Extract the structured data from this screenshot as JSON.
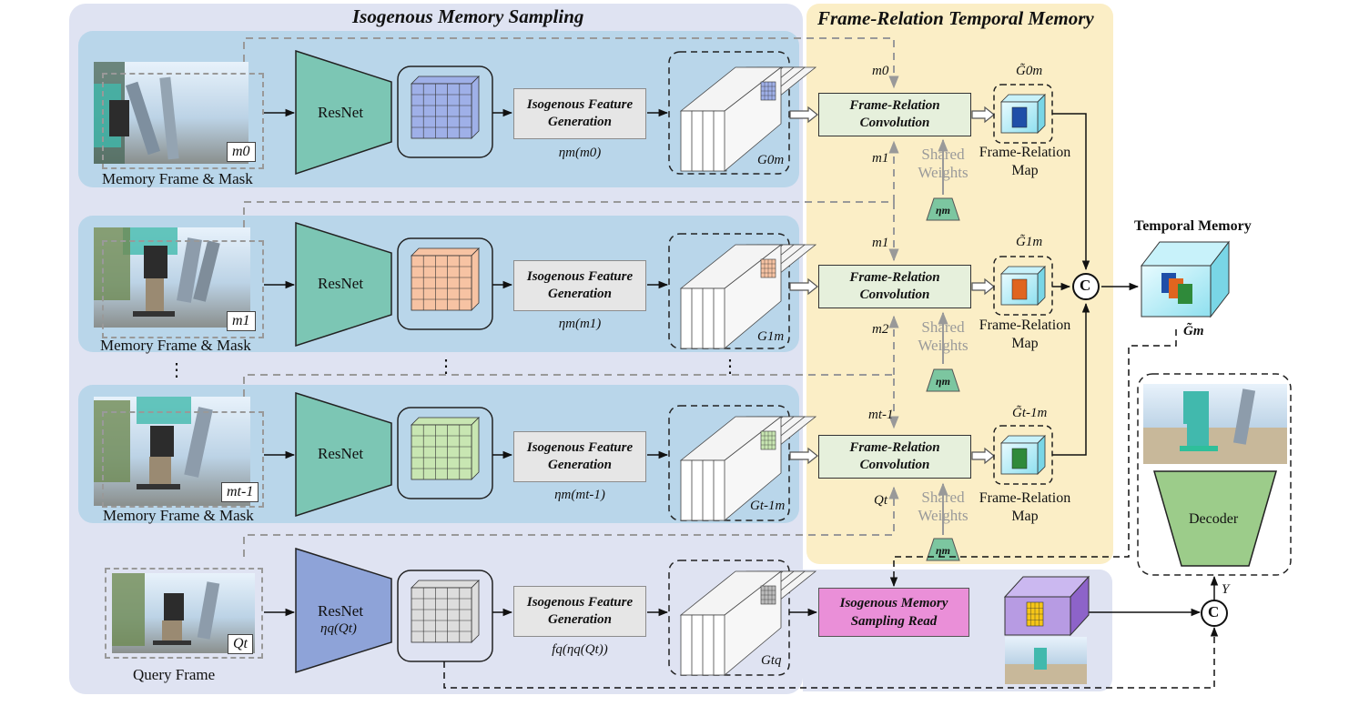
{
  "sections": {
    "ims_title": "Isogenous Memory Sampling",
    "frtm_title": "Frame-Relation Temporal Memory"
  },
  "rows": [
    {
      "frame_caption": "Memory Frame & Mask",
      "mask_label": "m0",
      "encoder": "ResNet",
      "ifg_label": "Isogenous Feature Generation",
      "eta_label": "ηm(m0)",
      "g_label": "G0m",
      "grid_color": "#9fb0e8"
    },
    {
      "frame_caption": "Memory Frame & Mask",
      "mask_label": "m1",
      "encoder": "ResNet",
      "ifg_label": "Isogenous Feature Generation",
      "eta_label": "ηm(m1)",
      "g_label": "G1m",
      "grid_color": "#f7c3a3"
    },
    {
      "frame_caption": "Memory Frame & Mask",
      "mask_label": "mt-1",
      "encoder": "ResNet",
      "ifg_label": "Isogenous Feature Generation",
      "eta_label": "ηm(mt-1)",
      "g_label": "Gt-1m",
      "grid_color": "#c8e6b2"
    }
  ],
  "query": {
    "caption": "Query Frame",
    "label": "Qt",
    "encoder": "ResNet",
    "encoder_sub": "ηq(Qt)",
    "ifg_label": "Isogenous Feature Generation",
    "f_label": "fq(ηq(Qt))",
    "g_label": "Gtq"
  },
  "frc": [
    {
      "label": "Frame-Relation Convolution",
      "top_input": "m0",
      "bottom_input": "m1",
      "map_label": "Frame-Relation Map",
      "g_tilde": "G̃0m",
      "shared": "Shared Weights",
      "eta": "ηm"
    },
    {
      "label": "Frame-Relation Convolution",
      "top_input": "m1",
      "bottom_input": "m2",
      "map_label": "Frame-Relation Map",
      "g_tilde": "G̃1m",
      "shared": "Shared Weights",
      "eta": "ηm"
    },
    {
      "label": "Frame-Relation Convolution",
      "top_input": "mt-1",
      "bottom_input": "Qt",
      "map_label": "Frame-Relation Map",
      "g_tilde": "G̃t-1m",
      "shared": "Shared Weights",
      "eta": "ηm"
    }
  ],
  "temporal_memory": {
    "title": "Temporal Memory",
    "label": "G̃m"
  },
  "read": {
    "label": "Isogenous Memory Sampling Read"
  },
  "concat": "C",
  "decoder": {
    "label": "Decoder",
    "output": "Y"
  },
  "ellipsis": "⋮",
  "colors": {
    "ims_bg": "#dfe3f2",
    "frtm_bg": "#fbeec6",
    "row_bg": "#b9d6ea",
    "resnet": "#7cc6b4",
    "resnet_query": "#8ea3d8",
    "read_box": "#ea8fd8",
    "decoder": "#9ccc8a",
    "map_blue": "#1f4fa8",
    "map_orange": "#e0651f",
    "map_green": "#2f8a3a"
  }
}
